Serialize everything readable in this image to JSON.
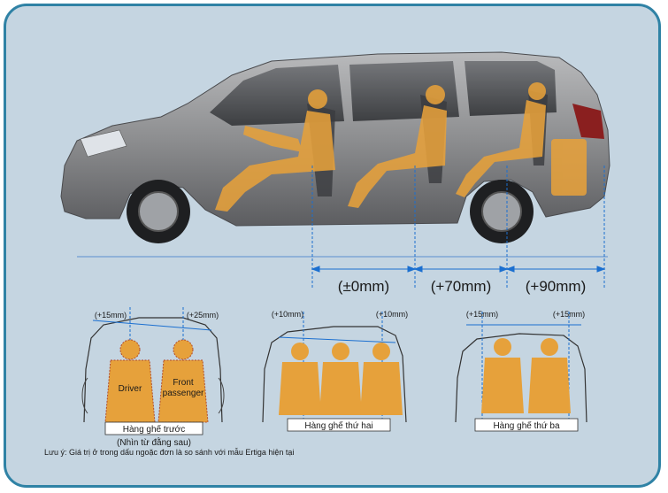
{
  "colors": {
    "background": "#c5d5e1",
    "border": "#2f82a5",
    "occupant": "#e6a13b",
    "car_body": "#8c8d8f",
    "dimension": "#1b6fd0"
  },
  "legroom": {
    "front": "(±0mm)",
    "second": "(+70mm)",
    "third": "(+90mm)"
  },
  "rows": {
    "front": {
      "label": "Hàng ghế trước",
      "sublabel": "(Nhìn từ đằng sau)",
      "left_dim": "(+15mm)",
      "right_dim": "(+25mm)",
      "driver": "Driver",
      "passenger_line1": "Front",
      "passenger_line2": "passenger"
    },
    "second": {
      "label": "Hàng ghế thứ hai",
      "left_dim": "(+10mm)",
      "right_dim": "(+10mm)"
    },
    "third": {
      "label": "Hàng ghế thứ ba",
      "left_dim": "(+15mm)",
      "right_dim": "(+15mm)"
    }
  },
  "note": "Lưu ý: Giá trị ở trong dấu ngoặc đơn là so sánh với mẫu Ertiga hiện tại"
}
